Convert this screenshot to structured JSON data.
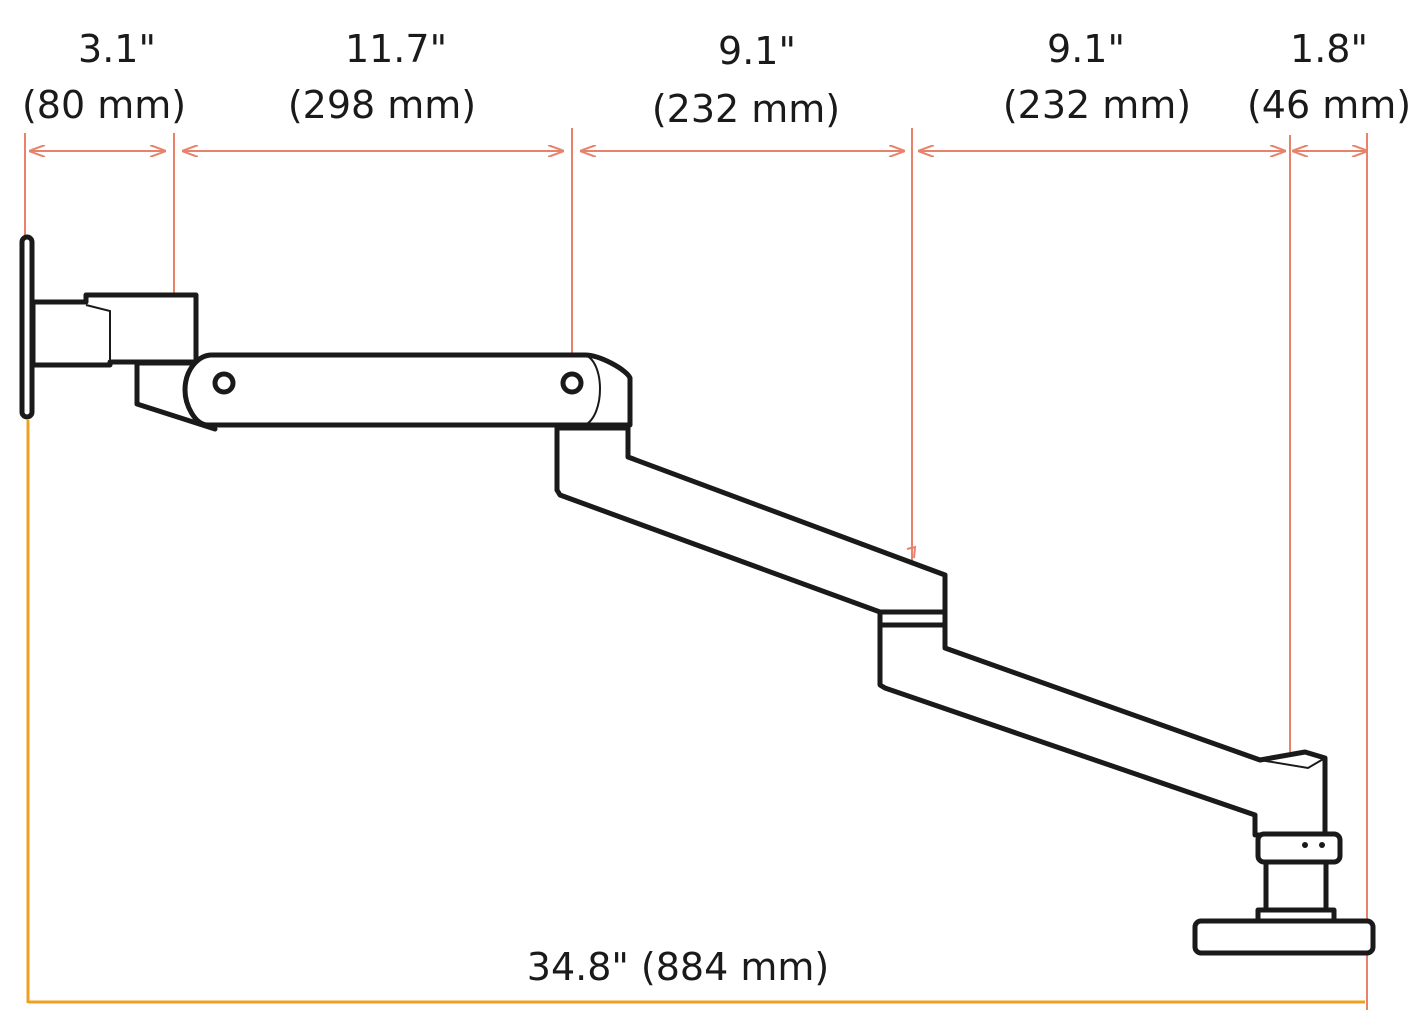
{
  "colors": {
    "dimension_line": "#e8826a",
    "total_line": "#f0a020",
    "outline": "#1a1a1a",
    "background": "#ffffff"
  },
  "dimensions": [
    {
      "inch": "3.1\"",
      "mm": "(80 mm)"
    },
    {
      "inch": "11.7\"",
      "mm": "(298 mm)"
    },
    {
      "inch": "9.1\"",
      "mm": "(232 mm)"
    },
    {
      "inch": "9.1\"",
      "mm": "(232 mm)"
    },
    {
      "inch": "1.8\"",
      "mm": "(46 mm)"
    }
  ],
  "total": {
    "label": "34.8\" (884 mm)"
  }
}
